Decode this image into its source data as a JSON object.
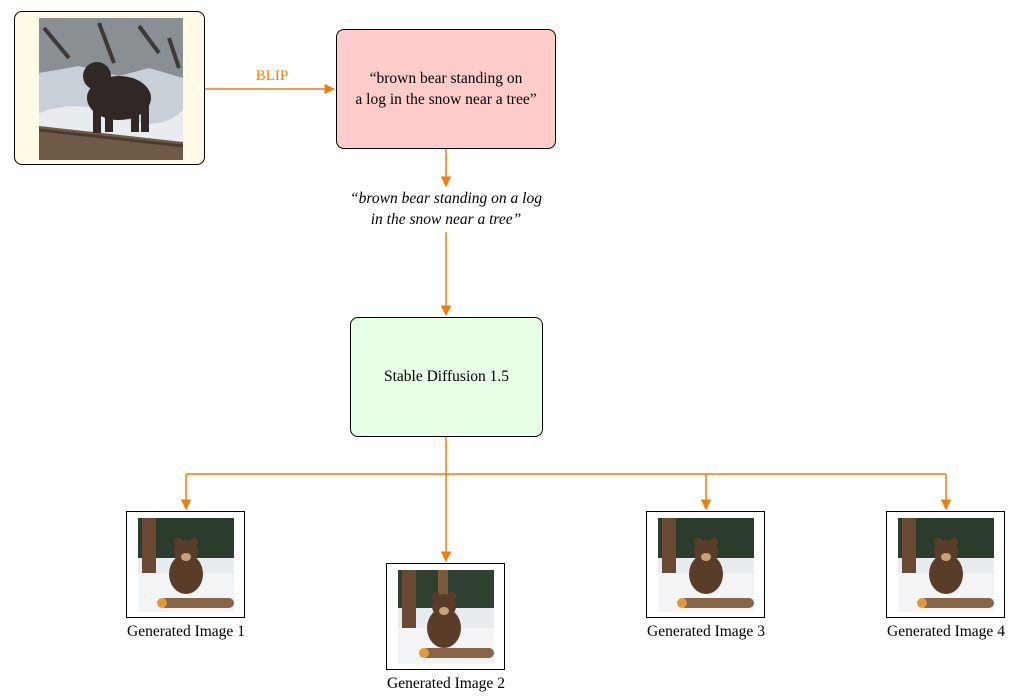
{
  "input": {
    "image_name": "input-bear-photo"
  },
  "edges": {
    "blip_label": "BLIP"
  },
  "caption_box": {
    "line1": "“brown bear standing on",
    "line2": "a log in the snow near a tree”"
  },
  "prompt": {
    "line1": "“brown bear standing on a log",
    "line2": "in the snow near a tree”"
  },
  "model_box": {
    "label": "Stable Diffusion 1.5"
  },
  "outputs": [
    {
      "label": "Generated Image 1"
    },
    {
      "label": "Generated Image 2"
    },
    {
      "label": "Generated Image 3"
    },
    {
      "label": "Generated Image 4"
    }
  ],
  "colors": {
    "arrow": "#f07f0a",
    "input_fill": "#fffbe6",
    "caption_fill": "#ffcccc",
    "model_fill": "#e6ffe6"
  }
}
